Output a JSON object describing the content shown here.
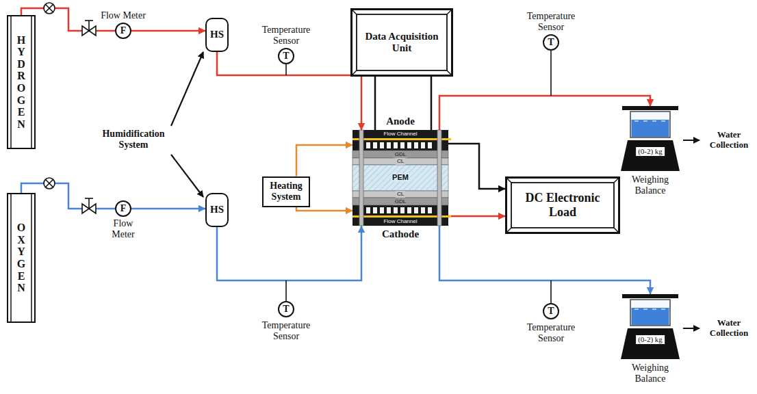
{
  "diagram": {
    "nodes": [
      {
        "text": [
          "HYDROGEN"
        ]
      },
      {
        "text": [
          "OXYGEN"
        ]
      },
      {
        "text": [
          "F",
          "Flow Meter"
        ]
      },
      {
        "text": [
          "HS"
        ]
      },
      {
        "text": [
          "F",
          "Flow Meter"
        ]
      },
      {
        "text": [
          "HS"
        ]
      },
      {
        "text": [
          "T",
          "Temperature Sensor"
        ]
      },
      {
        "text": [
          "T",
          "Temperature Sensor"
        ]
      },
      {
        "text": [
          "Heating System"
        ]
      },
      {
        "text": [
          "Data Acquisition Unit"
        ]
      },
      {
        "text": [
          "Anode",
          "Cathode"
        ]
      },
      {
        "text": [
          "DC Electronic Load"
        ]
      },
      {
        "text": [
          "T",
          "Temperature Sensor"
        ]
      },
      {
        "text": [
          "T",
          "Temperature Sensor"
        ]
      },
      {
        "text": [
          "(0-2) kg",
          "Weighing Balance"
        ]
      },
      {
        "text": [
          "(0-2) kg",
          "Weighing Balance"
        ]
      }
    ],
    "edges": [
      {
        "from": 0,
        "to": 2,
        "arrow": "none"
      },
      {
        "from": 2,
        "to": 3,
        "arrow": "to"
      },
      {
        "from": 3,
        "to": 10,
        "arrow": "to"
      },
      {
        "from": 1,
        "to": 4,
        "arrow": "none"
      },
      {
        "from": 4,
        "to": 5,
        "arrow": "to"
      },
      {
        "from": 5,
        "to": 10,
        "arrow": "to"
      },
      {
        "from": 8,
        "to": 10,
        "arrow": "to"
      },
      {
        "from": 8,
        "to": 10,
        "arrow": "to"
      },
      {
        "from": 9,
        "to": 10,
        "arrow": "none"
      },
      {
        "from": 9,
        "to": 10,
        "arrow": "none"
      },
      {
        "from": 10,
        "to": 11,
        "arrow": "to"
      },
      {
        "from": 10,
        "to": 11,
        "arrow": "to"
      },
      {
        "from": 10,
        "to": 14,
        "arrow": "to"
      },
      {
        "from": 10,
        "to": 15,
        "arrow": "to"
      }
    ],
    "labels": [
      "Humidification System",
      "Flow Channel",
      "GDL",
      "CL",
      "PEM",
      "CL",
      "GDL",
      "Flow Channel",
      "Water Collection",
      "Water Collection"
    ]
  }
}
